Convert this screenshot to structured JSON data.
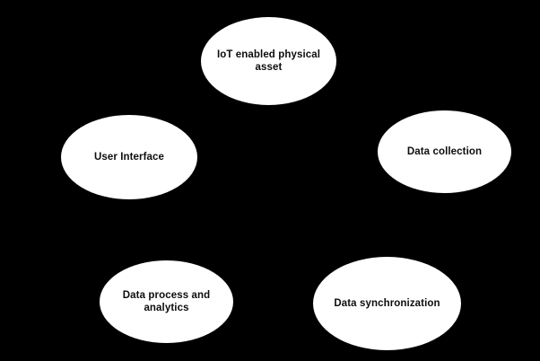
{
  "diagram": {
    "background_color": "#000000",
    "node_fill_color": "#ffffff",
    "node_text_color": "#0d0d0d",
    "nodes": [
      {
        "id": "iot-asset",
        "label": "IoT enabled physical\nasset"
      },
      {
        "id": "data-collection",
        "label": "Data collection"
      },
      {
        "id": "user-interface",
        "label": "User Interface"
      },
      {
        "id": "data-process",
        "label": "Data process and\nanalytics"
      },
      {
        "id": "data-sync",
        "label": "Data synchronization"
      }
    ]
  }
}
